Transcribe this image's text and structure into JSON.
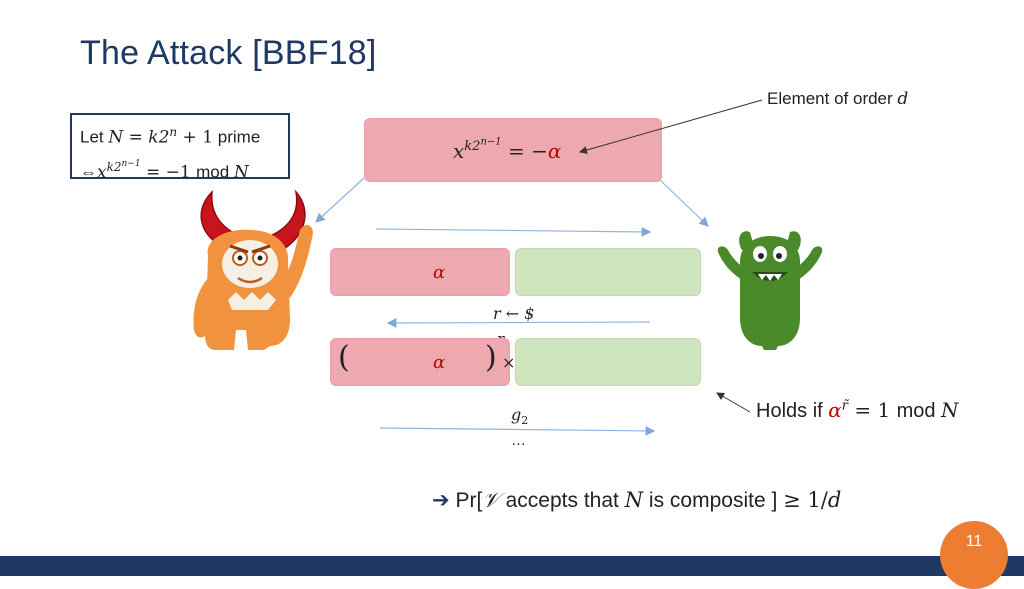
{
  "title": "The Attack [BBF18]",
  "callout_order": {
    "text": "Element of order",
    "var": "d"
  },
  "definition": {
    "line1": {
      "prefix": "Let",
      "math": "N = k2",
      "sup": "n",
      "suffix_math": " + 1",
      "suffix": "prime"
    },
    "line2": {
      "iff": "⇔",
      "base": "x",
      "sup": "k2",
      "supsup": "n−1",
      "eq": " = −1 ",
      "mod": "mod",
      "N": "N"
    }
  },
  "top_equation": {
    "base": "x",
    "sup": "k2",
    "supsup": "n−1",
    "eq": " = −",
    "alpha": "α"
  },
  "row1": {
    "pink_text": "α"
  },
  "challenge": {
    "label": "r ← $",
    "r": "r"
  },
  "row2": {
    "open_paren": "(",
    "pink_text": "α",
    "close_paren": ")",
    "times": "×"
  },
  "g_label": {
    "g": "g",
    "sub": "2"
  },
  "ellipsis": "…",
  "holds": {
    "prefix": "Holds if",
    "alpha": "α",
    "sup": "r̃",
    "eq": " = 1 ",
    "mod": "mod",
    "N": "N"
  },
  "conclusion": {
    "arrow": "➔",
    "pr": "Pr[",
    "V": "𝒱",
    "text": " accepts that ",
    "N": "N",
    "text2": " is composite ] ",
    "geq": "≥ 1/",
    "d": "d"
  },
  "page_number": "11",
  "colors": {
    "title": "#1f3864",
    "pink": "#eea9b0",
    "green": "#cfe5bd",
    "accent_red": "#c00000",
    "orange": "#ed7d31",
    "arrow": "#8fb4e3"
  }
}
